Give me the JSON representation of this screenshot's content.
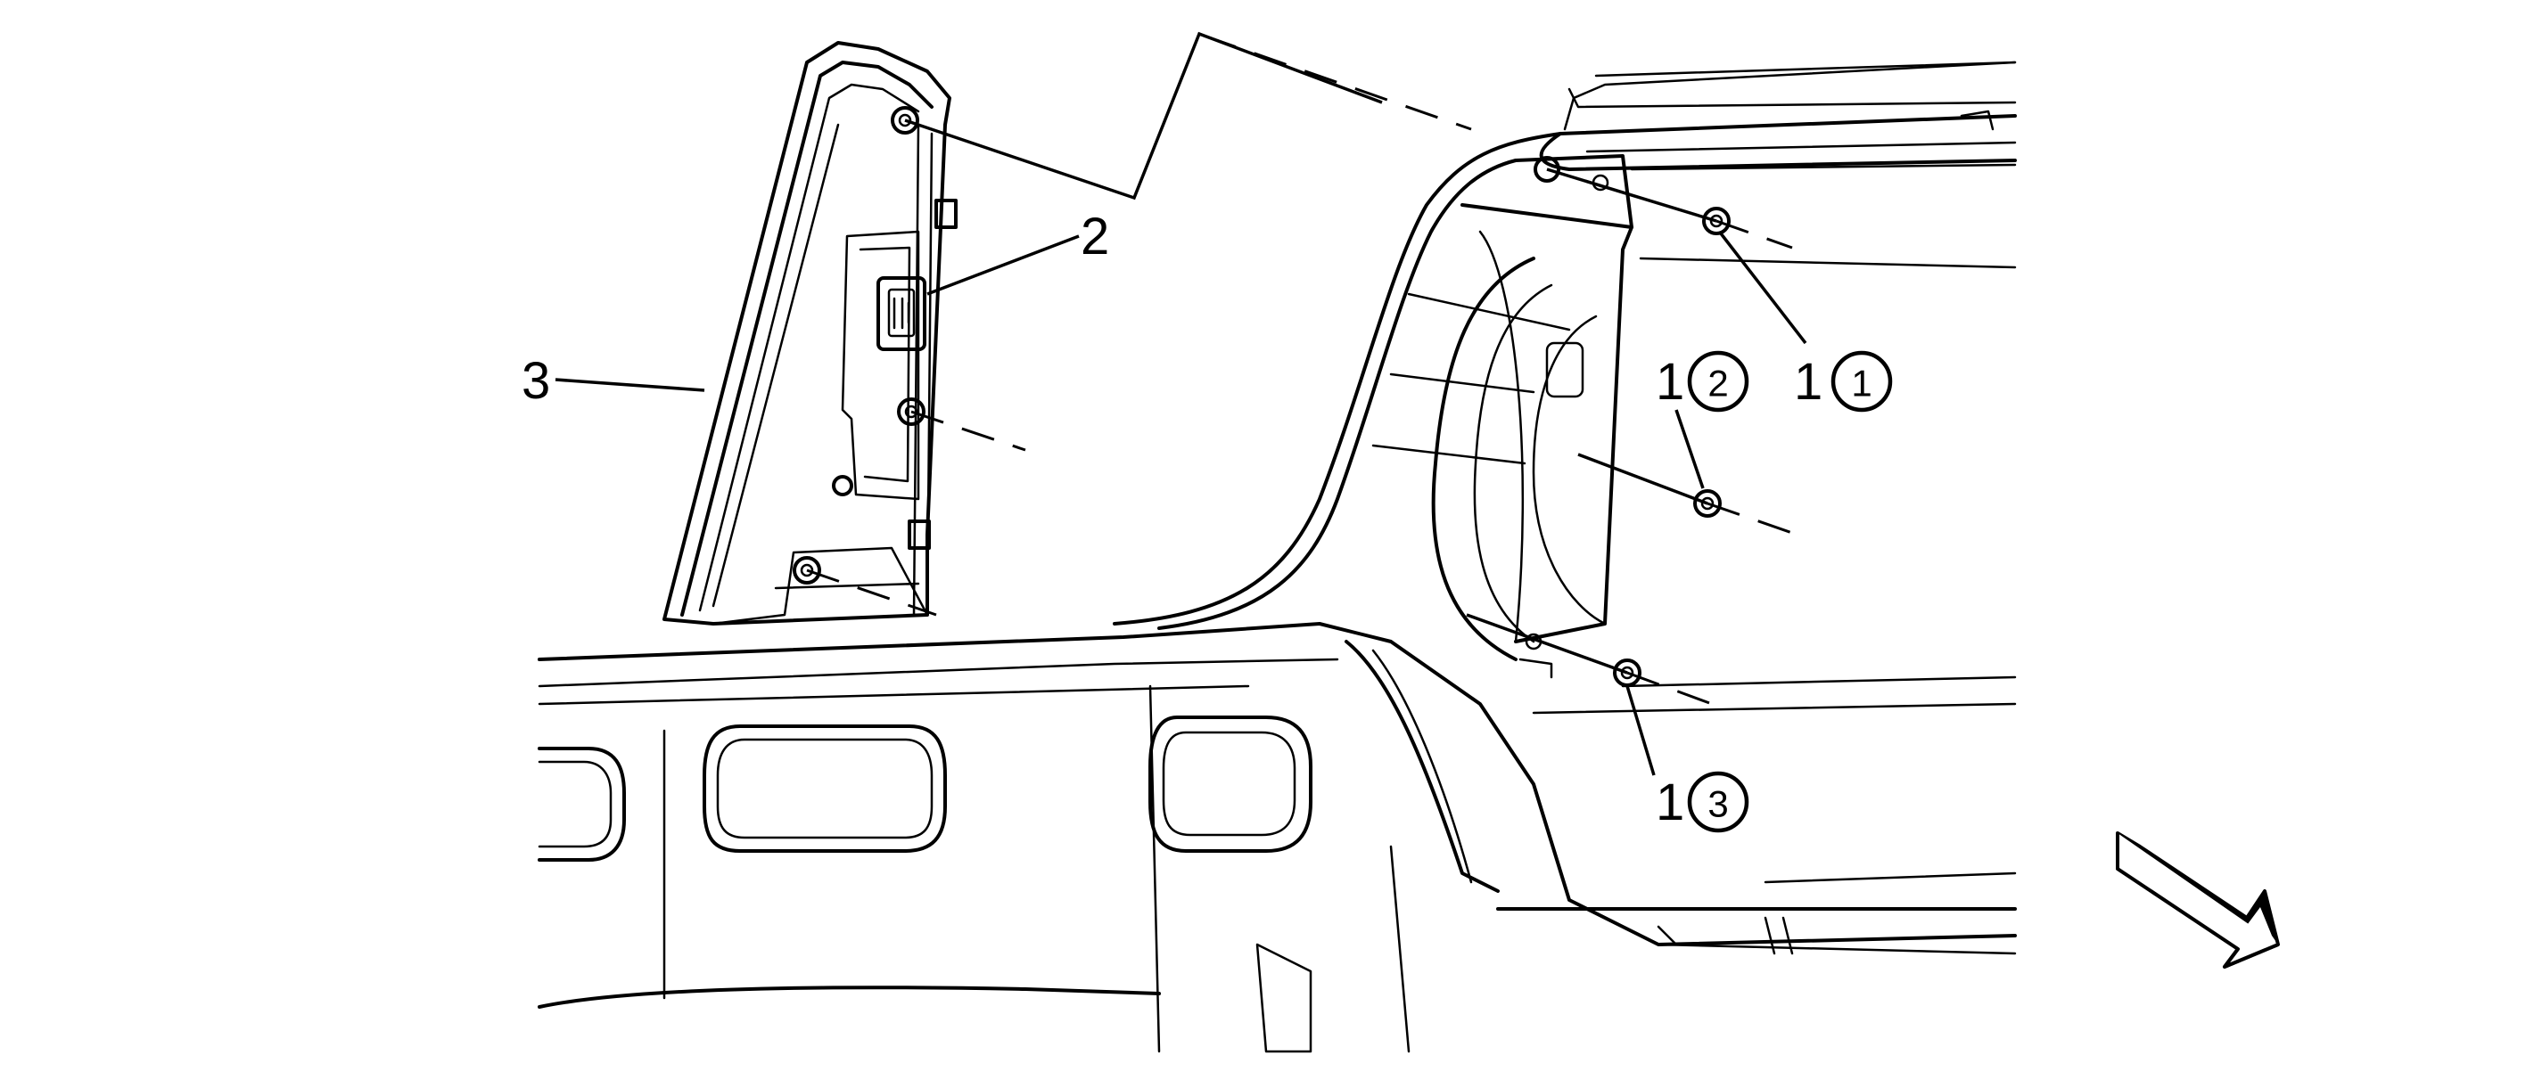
{
  "callouts": {
    "item_1": "1",
    "item_2": "2",
    "item_3": "3",
    "step_1": "1",
    "step_2": "2",
    "step_3": "3"
  },
  "icons": {
    "direction_arrow": "forward-arrow-icon"
  },
  "colors": {
    "line": "#000000",
    "background": "#ffffff"
  }
}
